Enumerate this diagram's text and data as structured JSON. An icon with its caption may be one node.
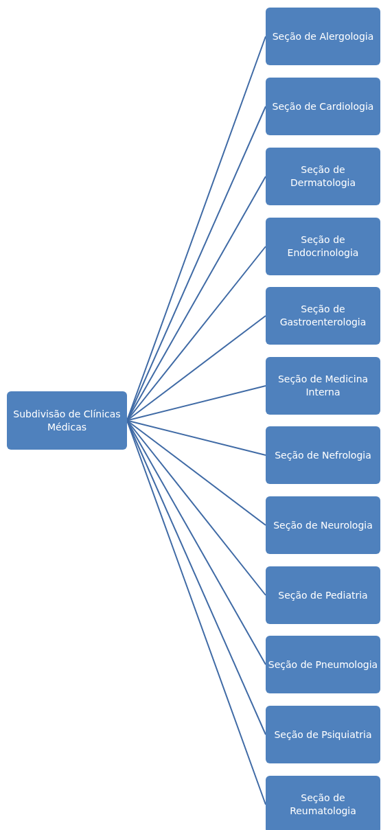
{
  "diagram": {
    "nodes": [
      {
        "text": [
          "Subdivisão de Clínicas Médicas"
        ]
      },
      {
        "text": [
          "Seção de Alergologia"
        ]
      },
      {
        "text": [
          "Seção de Cardiologia"
        ]
      },
      {
        "text": [
          "Seção de Dermatologia"
        ]
      },
      {
        "text": [
          "Seção de Endocrinologia"
        ]
      },
      {
        "text": [
          "Seção de Gastroenterologia"
        ]
      },
      {
        "text": [
          "Seção de Medicina Interna"
        ]
      },
      {
        "text": [
          "Seção de Nefrologia"
        ]
      },
      {
        "text": [
          "Seção de Neurologia"
        ]
      },
      {
        "text": [
          "Seção de Pediatria"
        ]
      },
      {
        "text": [
          "Seção de Pneumologia"
        ]
      },
      {
        "text": [
          "Seção de Psiquiatria"
        ]
      },
      {
        "text": [
          "Seção de Reumatologia"
        ]
      }
    ],
    "edges": [
      {
        "from": 0,
        "to": 1,
        "arrow": "none"
      },
      {
        "from": 0,
        "to": 2,
        "arrow": "none"
      },
      {
        "from": 0,
        "to": 3,
        "arrow": "none"
      },
      {
        "from": 0,
        "to": 4,
        "arrow": "none"
      },
      {
        "from": 0,
        "to": 5,
        "arrow": "none"
      },
      {
        "from": 0,
        "to": 6,
        "arrow": "none"
      },
      {
        "from": 0,
        "to": 7,
        "arrow": "none"
      },
      {
        "from": 0,
        "to": 8,
        "arrow": "none"
      },
      {
        "from": 0,
        "to": 9,
        "arrow": "none"
      },
      {
        "from": 0,
        "to": 10,
        "arrow": "none"
      },
      {
        "from": 0,
        "to": 11,
        "arrow": "none"
      },
      {
        "from": 0,
        "to": 12,
        "arrow": "none"
      }
    ]
  }
}
